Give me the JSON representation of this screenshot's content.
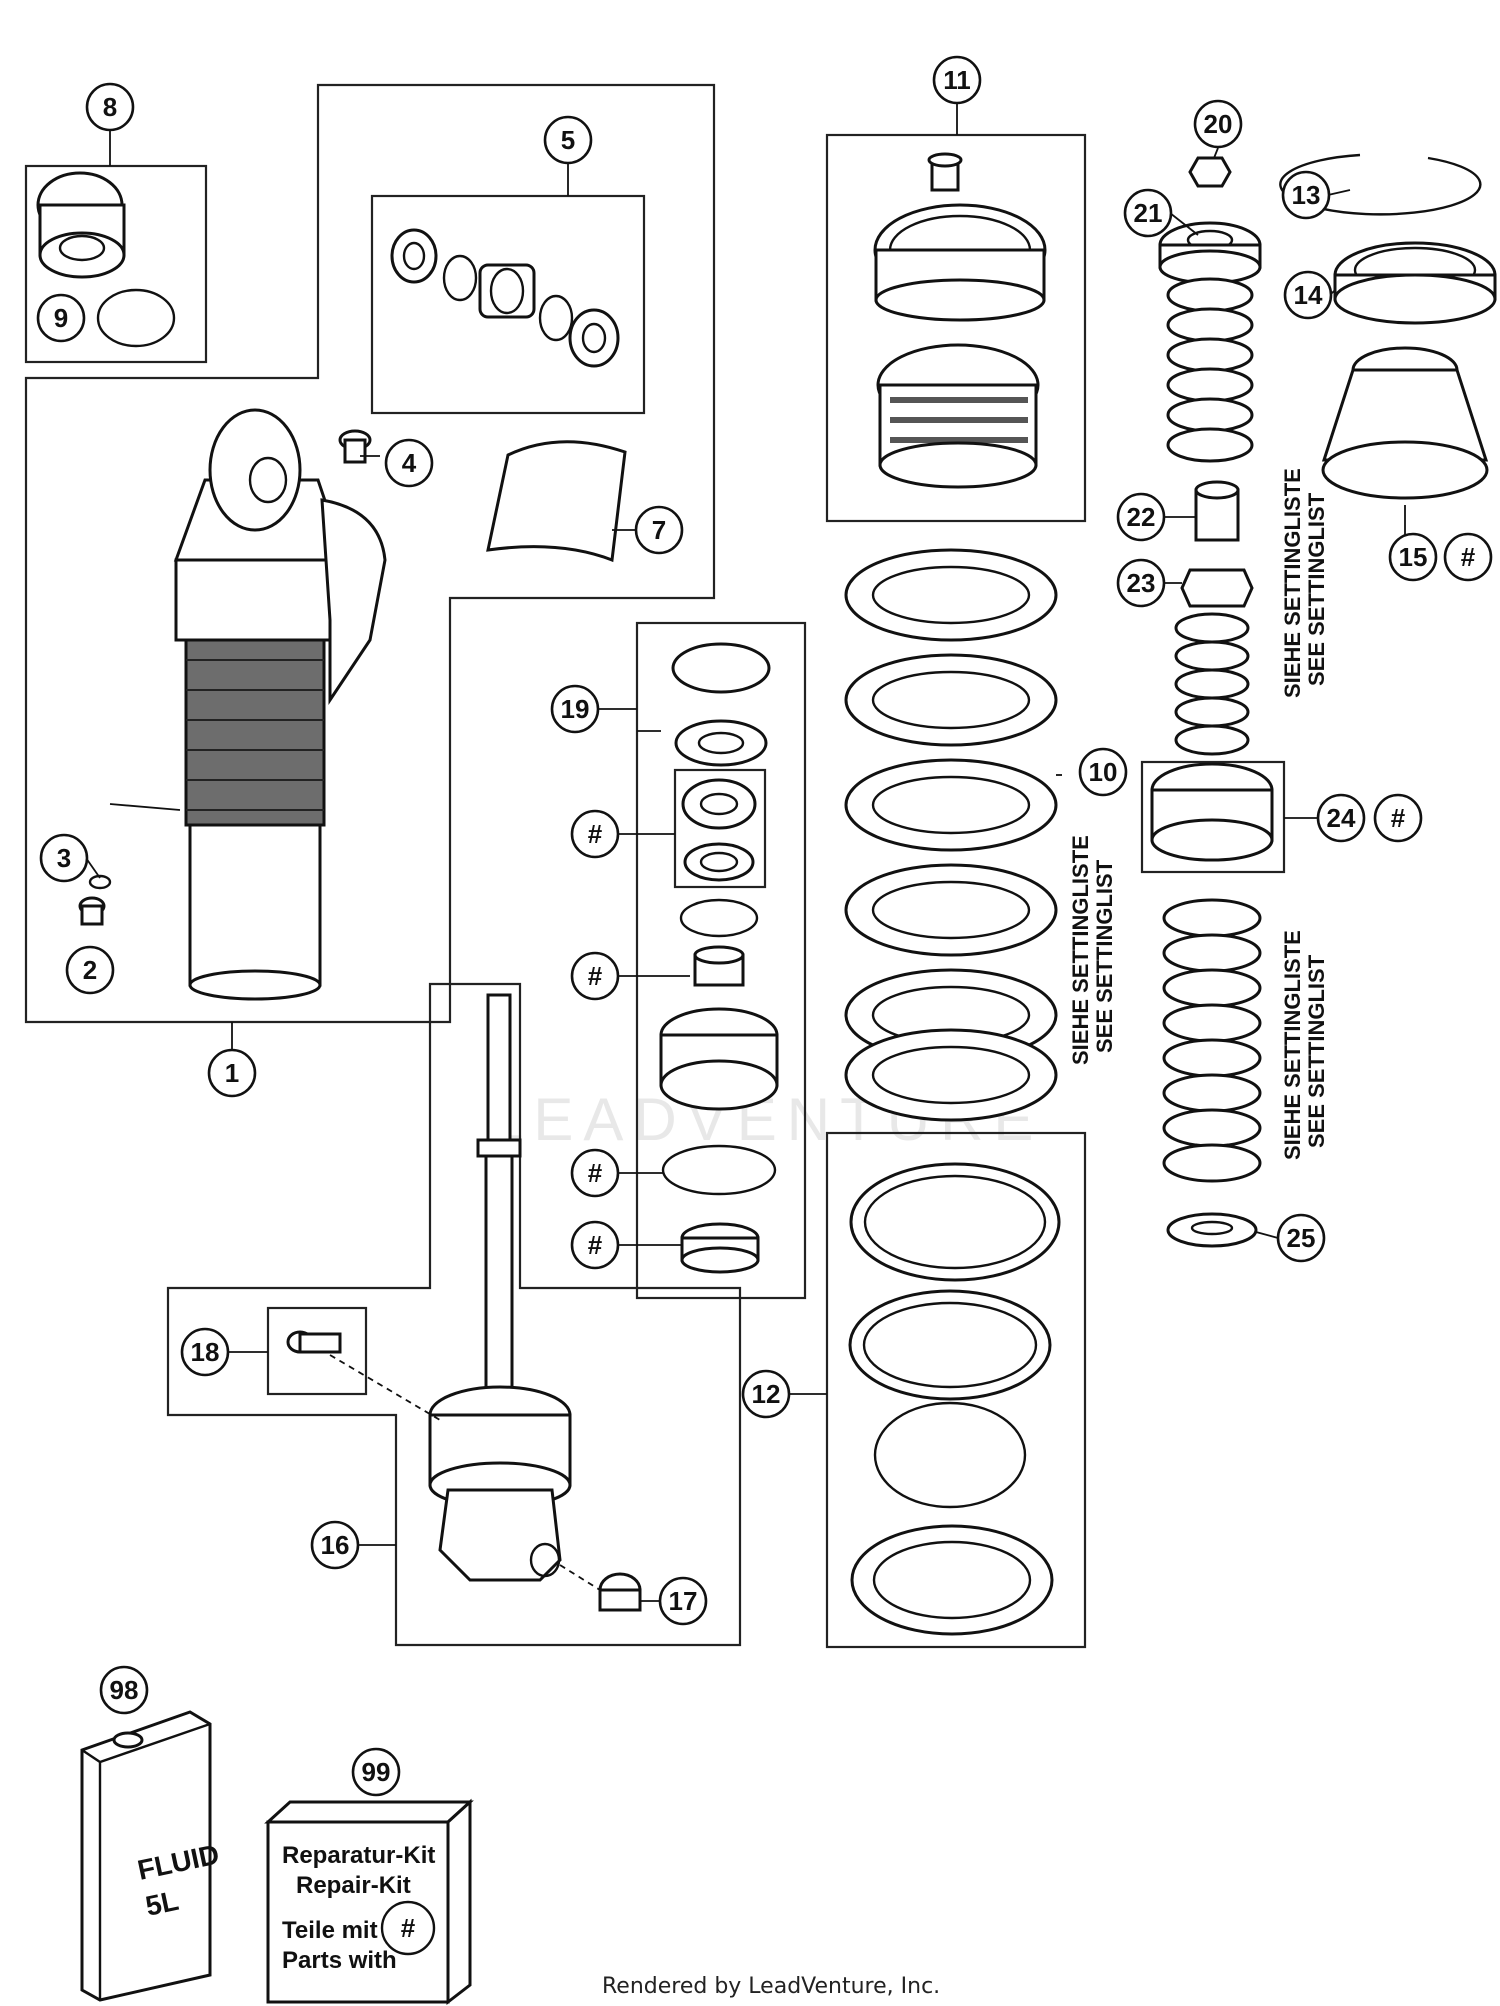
{
  "callouts": {
    "c1": "1",
    "c2": "2",
    "c3": "3",
    "c4": "4",
    "c5": "5",
    "c7": "7",
    "c8": "8",
    "c9": "9",
    "c10": "10",
    "c11": "11",
    "c12": "12",
    "c13": "13",
    "c14": "14",
    "c15": "15",
    "c16": "16",
    "c17": "17",
    "c18": "18",
    "c19": "19",
    "c20": "20",
    "c21": "21",
    "c22": "22",
    "c23": "23",
    "c24": "24",
    "c25": "25",
    "c98": "98",
    "c99": "99"
  },
  "hash": "#",
  "settings_note": {
    "de": "SIEHE SETTINGLISTE",
    "en": "SEE SETTINGLIST"
  },
  "fluid_can": {
    "line1": "FLUID",
    "line2": "5L"
  },
  "repair_kit": {
    "line1": "Reparatur-Kit",
    "line2": "Repair-Kit",
    "line3": "Teile mit",
    "line4": "Parts with"
  },
  "watermark": "LEADVENTURE",
  "footer": "Rendered by LeadVenture, Inc."
}
